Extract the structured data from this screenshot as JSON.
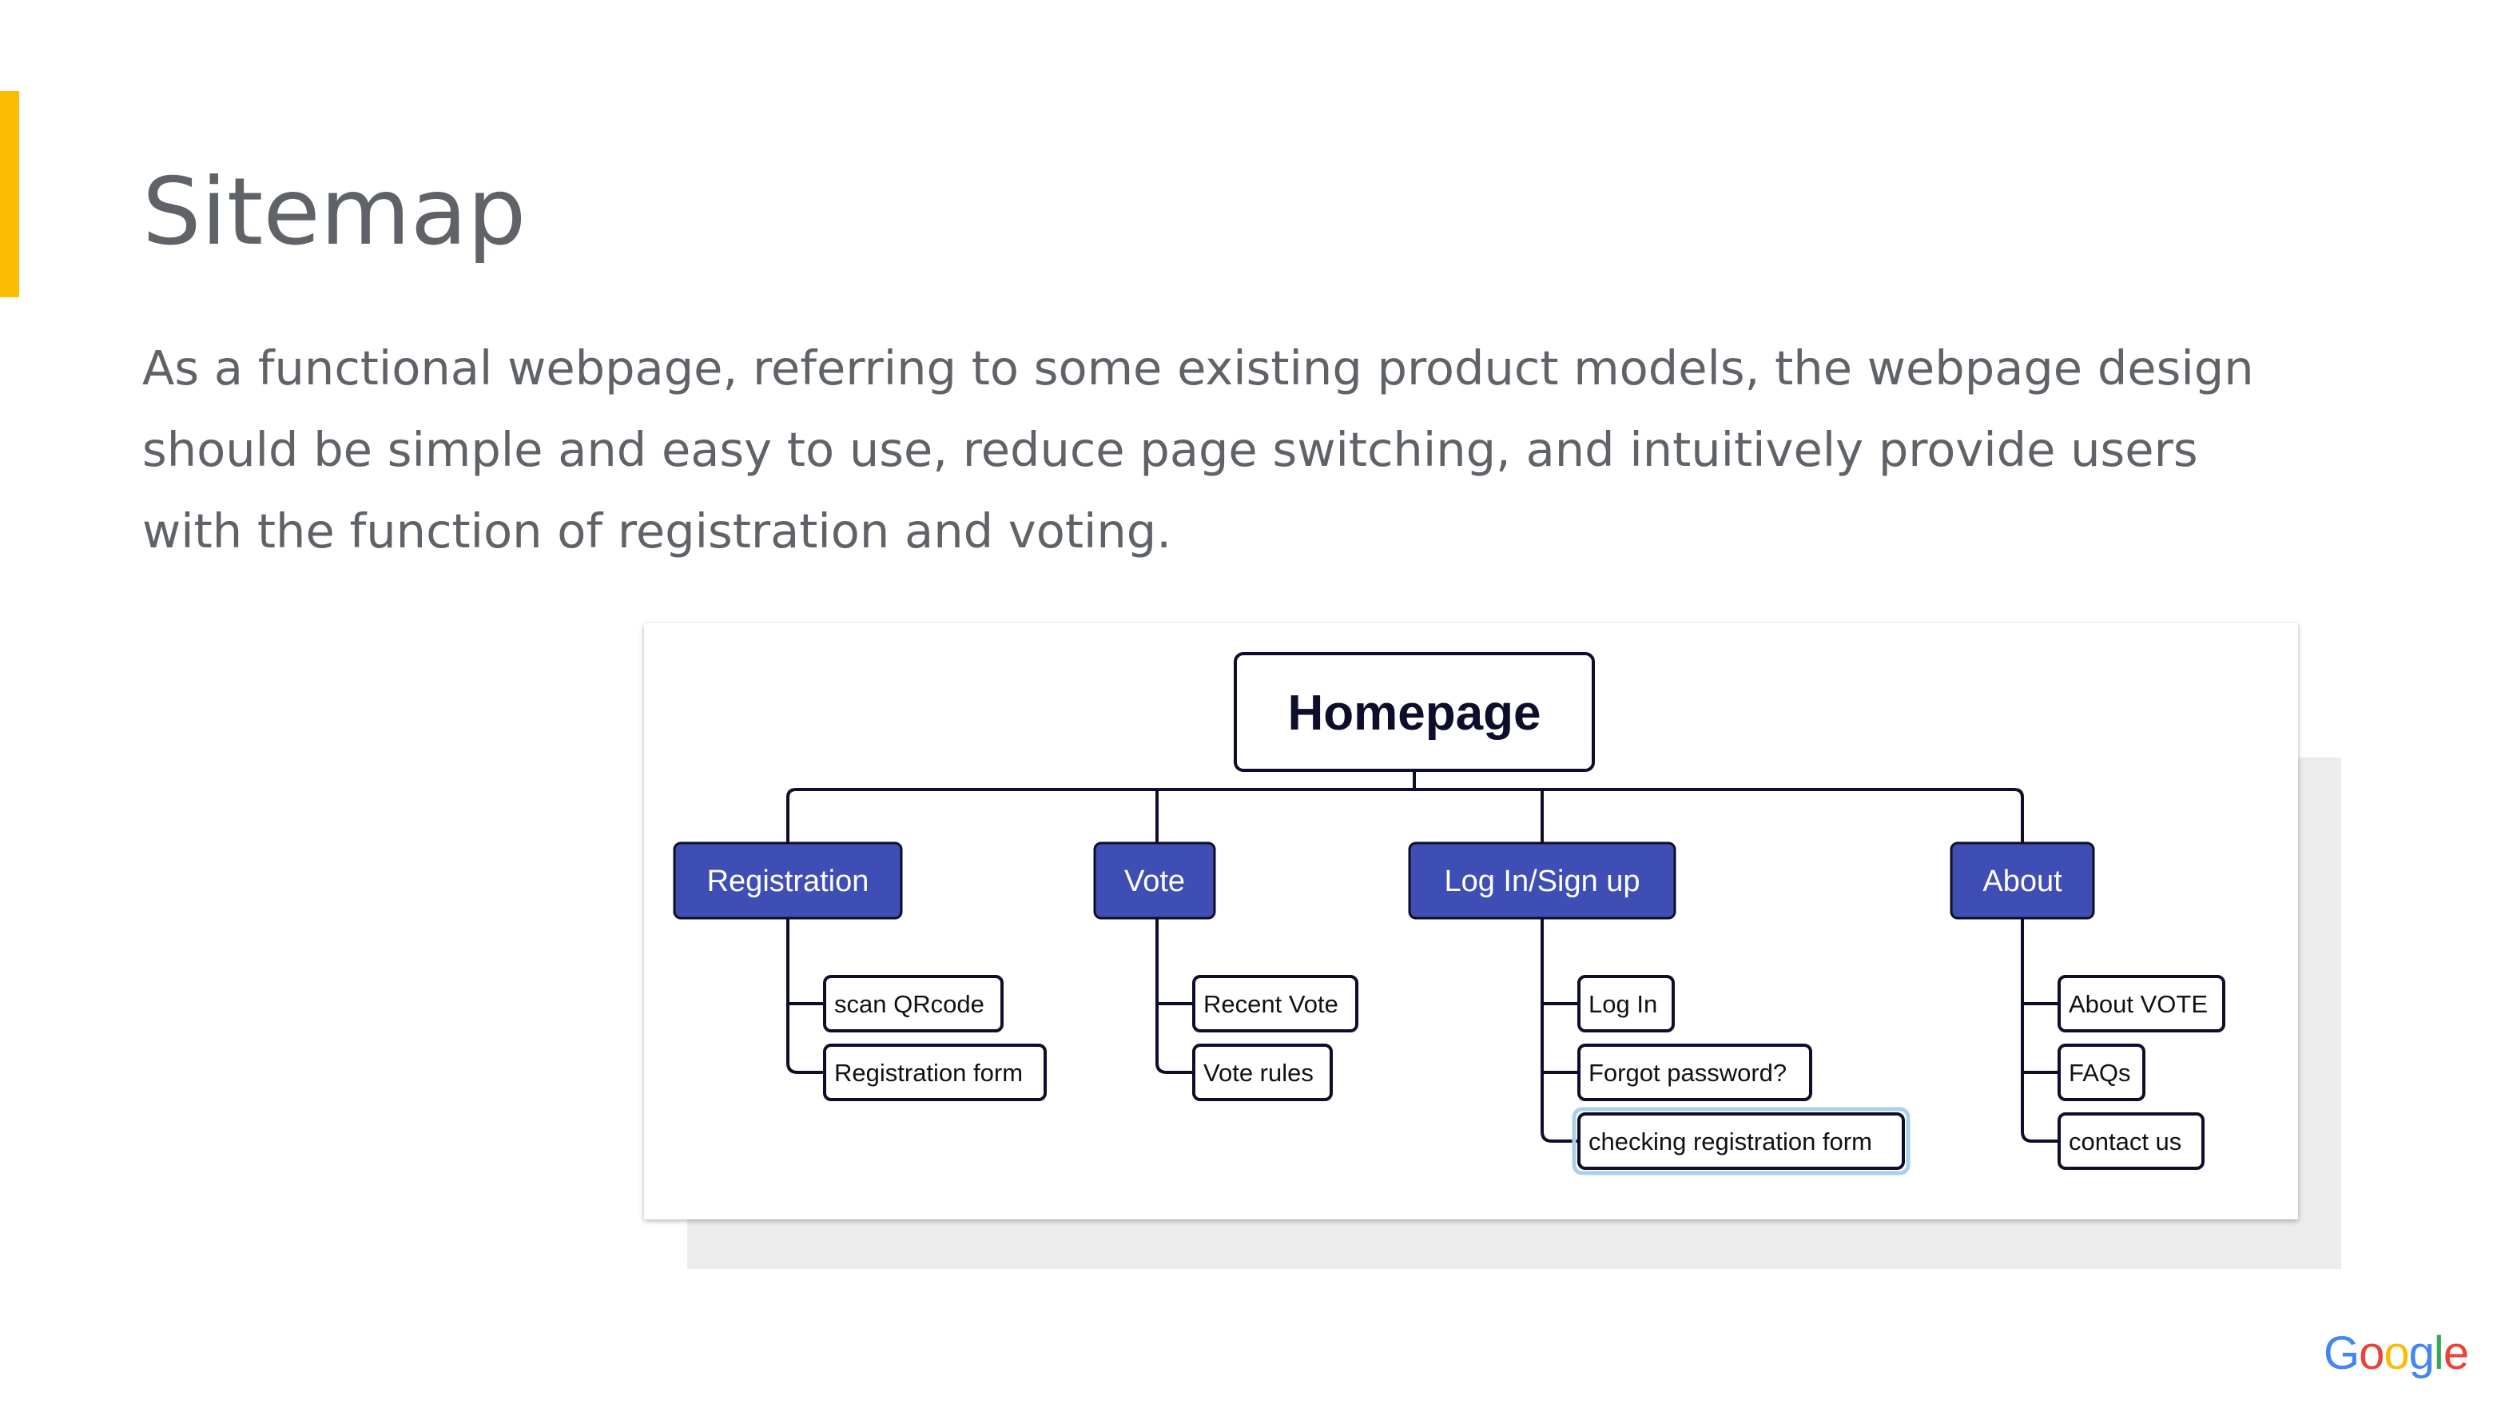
{
  "slide": {
    "title": "Sitemap",
    "body": "As a functional webpage, referring to some existing product models, the webpage design should be simple and easy to use, reduce page switching, and intuitively provide users with the function of registration and voting."
  },
  "colors": {
    "accent": "#fbbc04",
    "text": "#5f6368",
    "category_fill": "#3f4eb4",
    "node_border": "#0d0f2a",
    "highlight": "#a8d0ee"
  },
  "sitemap": {
    "root": "Homepage",
    "categories": [
      {
        "label": "Registration",
        "children": [
          "scan QRcode",
          "Registration form"
        ]
      },
      {
        "label": "Vote",
        "children": [
          "Recent Vote",
          "Vote rules"
        ]
      },
      {
        "label": "Log In/Sign up",
        "children": [
          "Log In",
          "Forgot password?",
          "checking registration form"
        ]
      },
      {
        "label": "About",
        "children": [
          "About VOTE",
          "FAQs",
          "contact us"
        ]
      }
    ],
    "highlighted_child": "checking registration form"
  },
  "logo": {
    "text": "Google",
    "letter_colors": [
      "#4285f4",
      "#ea4335",
      "#fbbc05",
      "#4285f4",
      "#34a853",
      "#ea4335"
    ]
  }
}
